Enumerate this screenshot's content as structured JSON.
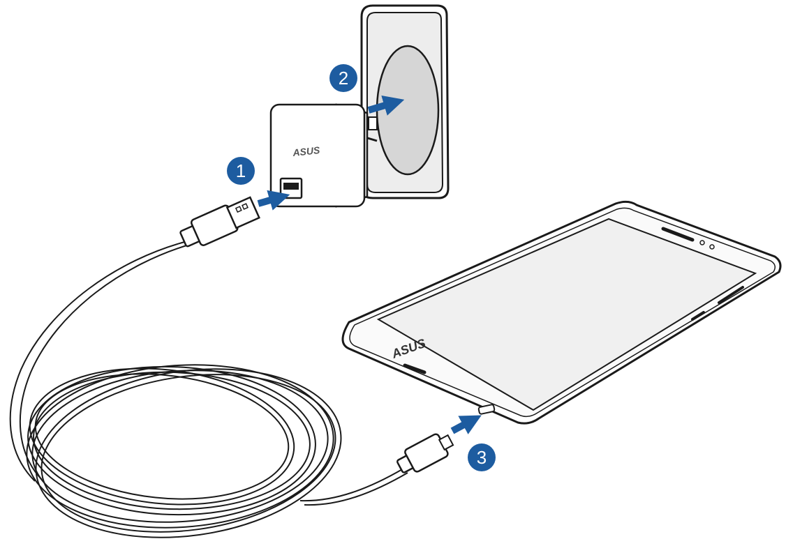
{
  "steps": [
    {
      "number": "1"
    },
    {
      "number": "2"
    },
    {
      "number": "3"
    }
  ],
  "adapter": {
    "logo": "ASUS"
  },
  "tablet": {
    "logo": "ASUS"
  },
  "colors": {
    "accent": "#1D5CA0",
    "outline": "#1a1a1a",
    "wall_face": "#ededed",
    "socket": "#d6d6d6",
    "screen": "#f0f0f0"
  }
}
